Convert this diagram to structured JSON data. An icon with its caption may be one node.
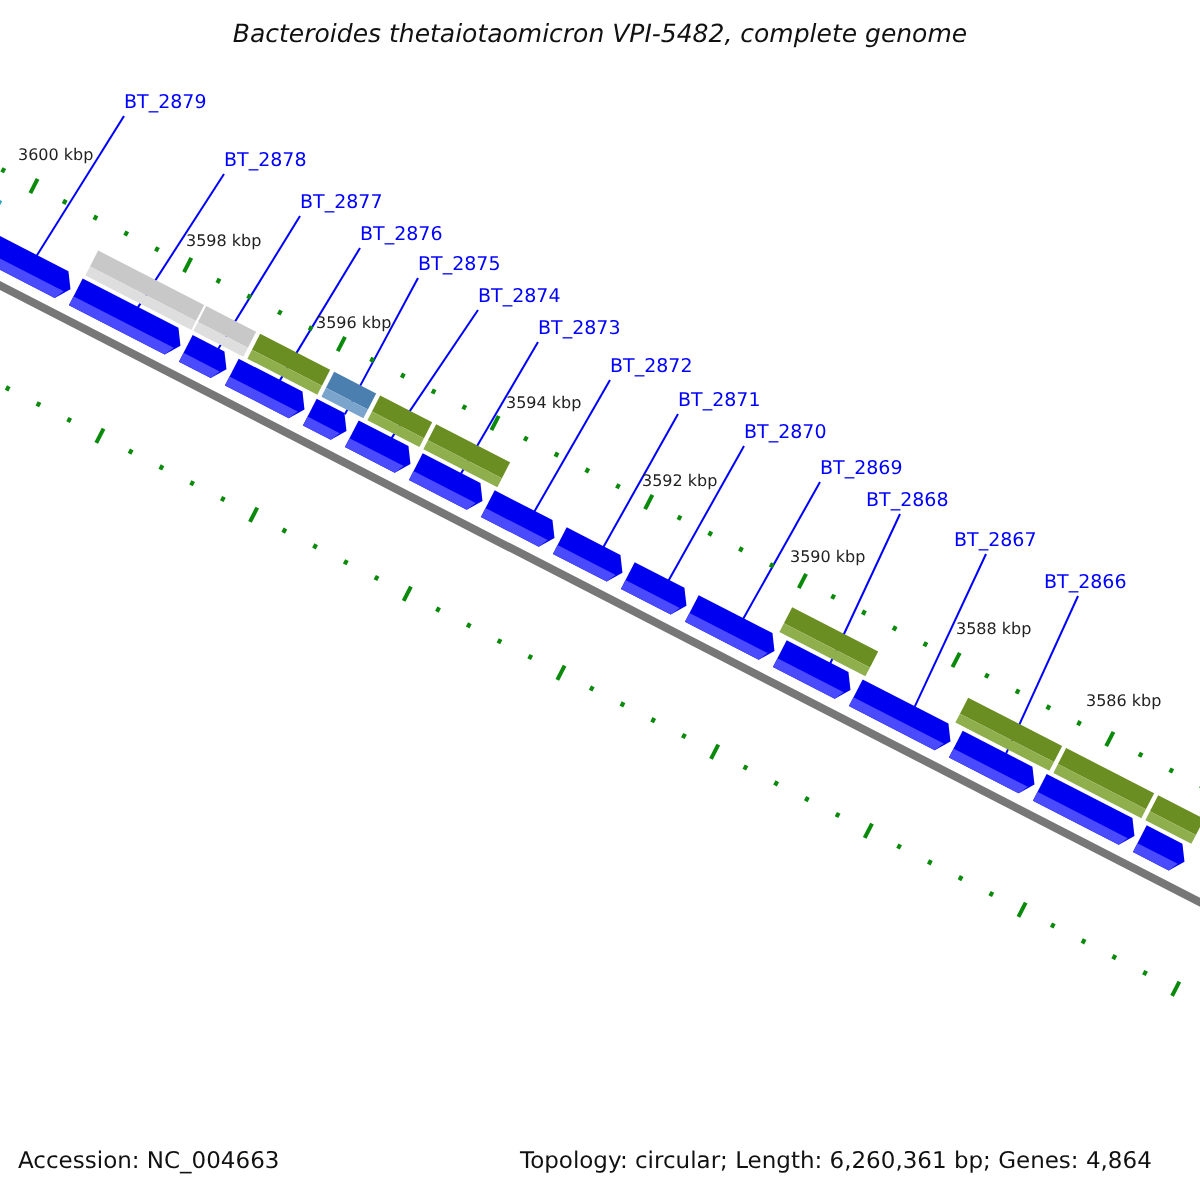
{
  "diagram": {
    "title": "Bacteroides thetaiotaomicron VPI-5482, complete genome",
    "nodes": [
      {
        "text": [
          "BT_2879"
        ]
      },
      {
        "text": [
          "BT_2878"
        ]
      },
      {
        "text": [
          "BT_2877"
        ]
      },
      {
        "text": [
          "BT_2876"
        ]
      },
      {
        "text": [
          "BT_2875"
        ]
      },
      {
        "text": [
          "BT_2874"
        ]
      },
      {
        "text": [
          "BT_2873"
        ]
      },
      {
        "text": [
          "BT_2872"
        ]
      },
      {
        "text": [
          "BT_2871"
        ]
      },
      {
        "text": [
          "BT_2870"
        ]
      },
      {
        "text": [
          "BT_2869"
        ]
      },
      {
        "text": [
          "BT_2868"
        ]
      },
      {
        "text": [
          "BT_2867"
        ]
      },
      {
        "text": [
          "BT_2866"
        ]
      },
      {
        "text": [],
        "shape": "bar"
      },
      {
        "text": [],
        "shape": "bar"
      },
      {
        "text": [],
        "shape": "bar"
      },
      {
        "text": [],
        "shape": "bar"
      },
      {
        "text": [],
        "shape": "bar"
      },
      {
        "text": [],
        "shape": "bar"
      },
      {
        "text": [],
        "shape": "bar"
      },
      {
        "text": [],
        "shape": "bar"
      },
      {
        "text": [],
        "shape": "bar"
      },
      {
        "text": [],
        "shape": "bar"
      },
      {
        "text": [],
        "shape": "bar"
      },
      {
        "text": [],
        "shape": "bar"
      },
      {
        "text": [],
        "shape": "bar"
      },
      {
        "text": [],
        "shape": "bar"
      },
      {
        "text": [],
        "shape": "bar"
      },
      {
        "text": [],
        "shape": "bar"
      }
    ],
    "edges": [
      {
        "from": 0,
        "to": 14,
        "arrow": "none"
      },
      {
        "from": 1,
        "to": 15,
        "arrow": "none"
      },
      {
        "from": 2,
        "to": 16,
        "arrow": "none"
      },
      {
        "from": 3,
        "to": 17,
        "arrow": "none"
      },
      {
        "from": 4,
        "to": 18,
        "arrow": "none"
      },
      {
        "from": 5,
        "to": 19,
        "arrow": "none"
      },
      {
        "from": 6,
        "to": 20,
        "arrow": "none"
      },
      {
        "from": 7,
        "to": 21,
        "arrow": "none"
      },
      {
        "from": 8,
        "to": 22,
        "arrow": "none"
      },
      {
        "from": 9,
        "to": 23,
        "arrow": "none"
      },
      {
        "from": 10,
        "to": 24,
        "arrow": "none"
      },
      {
        "from": 11,
        "to": 25,
        "arrow": "none"
      },
      {
        "from": 12,
        "to": 26,
        "arrow": "none"
      },
      {
        "from": 13,
        "to": 27,
        "arrow": "none"
      }
    ],
    "labels": [
      "3600 kbp",
      "3598 kbp",
      "3596 kbp",
      "3594 kbp",
      "3592 kbp",
      "3590 kbp",
      "3588 kbp",
      "3586 kbp",
      "Accession: NC_004663",
      "Topology: circular; Length: 6,260,361 bp; Genes: 4,864"
    ]
  }
}
